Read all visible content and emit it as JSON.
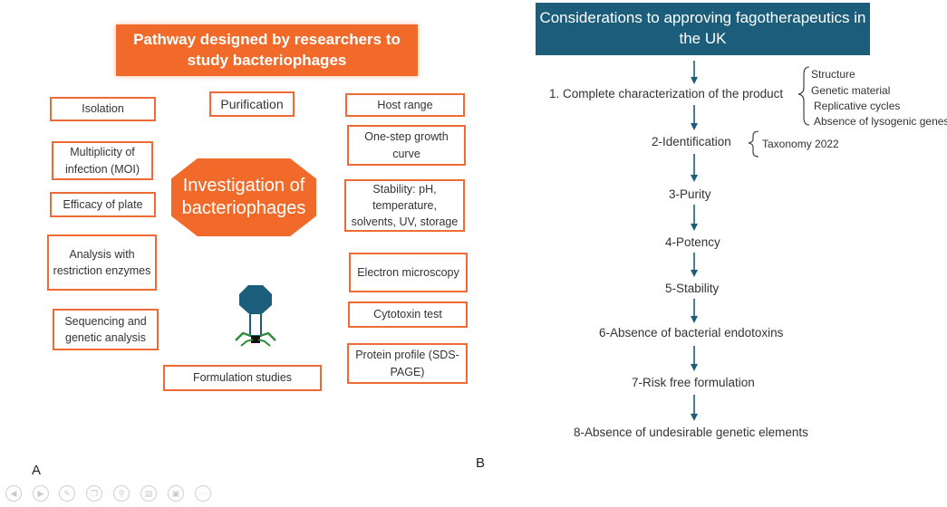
{
  "panel_a": {
    "title": "Pathway designed by researchers to study bacteriophages",
    "center": "Investigation of bacteriophages",
    "boxes": {
      "isolation": "Isolation",
      "purification": "Purification",
      "host_range": "Host range",
      "moi": "Multiplicity of infection (MOI)",
      "one_step": "One-step growth curve",
      "efficacy": "Efficacy of plate",
      "stability": "Stability: pH, temperature, solvents, UV, storage",
      "restriction": "Analysis with restriction enzymes",
      "electron": "Electron microscopy",
      "sequencing": "Sequencing and genetic analysis",
      "cytotoxin": "Cytotoxin test",
      "protein": "Protein profile (SDS-PAGE)",
      "formulation": "Formulation studies"
    },
    "label": "A"
  },
  "panel_b": {
    "title": "Considerations to approving fagotherapeutics in the UK",
    "steps": [
      "1. Complete characterization of the product",
      "2-Identification",
      "3-Purity",
      "4-Potency",
      "5-Stability",
      "6-Absence of bacterial endotoxins",
      "7-Risk free formulation",
      "8-Absence of undesirable genetic elements"
    ],
    "characterization_items": [
      "Structure",
      "Genetic material",
      "Replicative cycles",
      "Absence of lysogenic genes"
    ],
    "identification_items": [
      "Taxonomy 2022"
    ],
    "label": "B"
  },
  "controls": [
    "previous-icon",
    "next-icon",
    "pen-icon",
    "copy-icon",
    "zoom-icon",
    "subtitles-icon",
    "camera-off-icon",
    "more-icon"
  ],
  "colors": {
    "orange": "#f26a2a",
    "orange_border": "#f06a35",
    "teal": "#1b5d7a",
    "phage_head": "#1b5d7a",
    "phage_legs": "#2e8b3a"
  }
}
